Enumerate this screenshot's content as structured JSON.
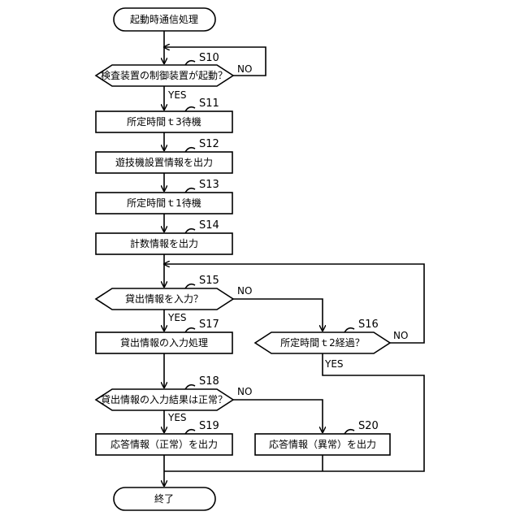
{
  "nodes": {
    "start": "起動時通信処理",
    "s10": "検査装置の制御装置が起動？",
    "s11": "所定時間ｔ3待機",
    "s12": "遊技機設置情報を出力",
    "s13": "所定時間ｔ1待機",
    "s14": "計数情報を出力",
    "s15": "貸出情報を入力？",
    "s16": "所定時間ｔ2経過？",
    "s17": "貸出情報の入力処理",
    "s18": "貸出情報の入力結果は正常？",
    "s19": "応答情報（正常）を出力",
    "s20": "応答情報（異常）を出力",
    "end": "終了"
  },
  "step_labels": {
    "s10": "S10",
    "s11": "S11",
    "s12": "S12",
    "s13": "S13",
    "s14": "S14",
    "s15": "S15",
    "s16": "S16",
    "s17": "S17",
    "s18": "S18",
    "s19": "S19",
    "s20": "S20"
  },
  "branches": {
    "s10_yes": "YES",
    "s10_no": "NO",
    "s15_yes": "YES",
    "s15_no": "NO",
    "s16_yes": "YES",
    "s16_no": "NO",
    "s18_yes": "YES",
    "s18_no": "NO"
  }
}
